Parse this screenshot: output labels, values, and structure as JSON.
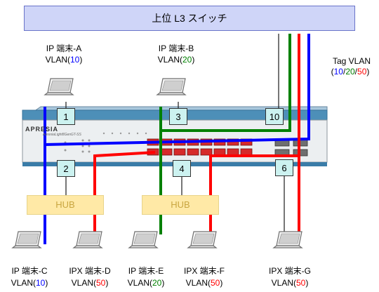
{
  "banner": "上位 L3 スイッチ",
  "tag_vlan": {
    "title": "Tag VLAN",
    "open": "(",
    "v10": "10",
    "s1": "/",
    "v20": "20",
    "s2": "/",
    "v50": "50",
    "close": ")"
  },
  "hosts": {
    "a": {
      "name": "IP 端末-A",
      "vlan_prefix": "VLAN(",
      "vlan": "10",
      "vlan_suffix": ")"
    },
    "b": {
      "name": "IP 端末-B",
      "vlan_prefix": "VLAN(",
      "vlan": "20",
      "vlan_suffix": ")"
    },
    "c": {
      "name": "IP 端末-C",
      "vlan_prefix": "VLAN(",
      "vlan": "10",
      "vlan_suffix": ")"
    },
    "d": {
      "name": "IPX 端末-D",
      "vlan_prefix": "VLAN(",
      "vlan": "50",
      "vlan_suffix": ")"
    },
    "e": {
      "name": "IP 端末-E",
      "vlan_prefix": "VLAN(",
      "vlan": "20",
      "vlan_suffix": ")"
    },
    "f": {
      "name": "IPX 端末-F",
      "vlan_prefix": "VLAN(",
      "vlan": "50",
      "vlan_suffix": ")"
    },
    "g": {
      "name": "IPX 端末-G",
      "vlan_prefix": "VLAN(",
      "vlan": "50",
      "vlan_suffix": ")"
    }
  },
  "ports": {
    "p1": "1",
    "p2": "2",
    "p3": "3",
    "p4": "4",
    "p6": "6",
    "p10": "10"
  },
  "hubs": {
    "left": "HUB",
    "right": "HUB"
  },
  "switch": {
    "brand": "APRESIA",
    "model": "ApresiaLight8GenGT-SS"
  },
  "colors": {
    "vlan10": "#0000ff",
    "vlan20": "#008000",
    "vlan50": "#ff0000",
    "switch_trim": "#3d86ae"
  }
}
